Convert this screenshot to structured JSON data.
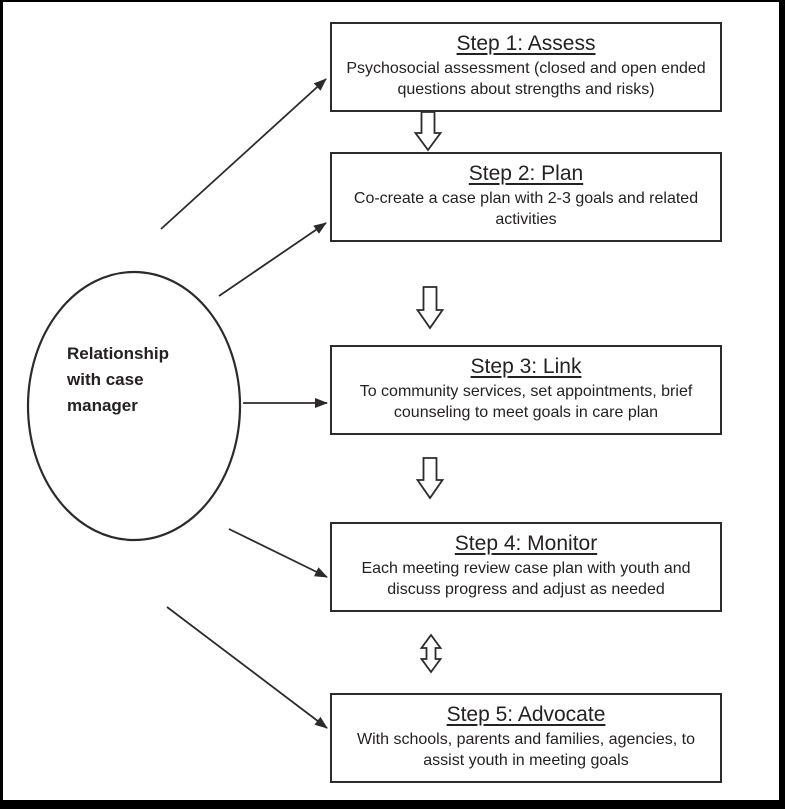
{
  "diagram": {
    "ellipse": {
      "label": "Relationship with case manager"
    },
    "steps": [
      {
        "title": "Step 1: Assess",
        "description": "Psychosocial assessment (closed and open ended questions about strengths and risks)"
      },
      {
        "title": "Step 2: Plan",
        "description": "Co-create a case plan with 2-3 goals and related activities"
      },
      {
        "title": "Step 3: Link",
        "description": "To community services, set appointments, brief counseling to meet goals in care plan"
      },
      {
        "title": "Step 4: Monitor",
        "description": "Each meeting review case plan with youth and discuss progress and adjust as needed"
      },
      {
        "title": "Step 5: Advocate",
        "description": "With schools, parents and families, agencies, to assist youth in meeting goals"
      }
    ],
    "connectors": {
      "ellipse_to_steps": [
        "step-1",
        "step-2",
        "step-3",
        "step-4",
        "step-5"
      ],
      "sequential_flow": [
        "1-to-2",
        "2-to-3",
        "3-to-4",
        "4-to-5-bidirectional"
      ]
    },
    "colors": {
      "line": "#2d2a2b",
      "text": "#242122",
      "frame": "#000000",
      "background": "#ffffff"
    }
  }
}
